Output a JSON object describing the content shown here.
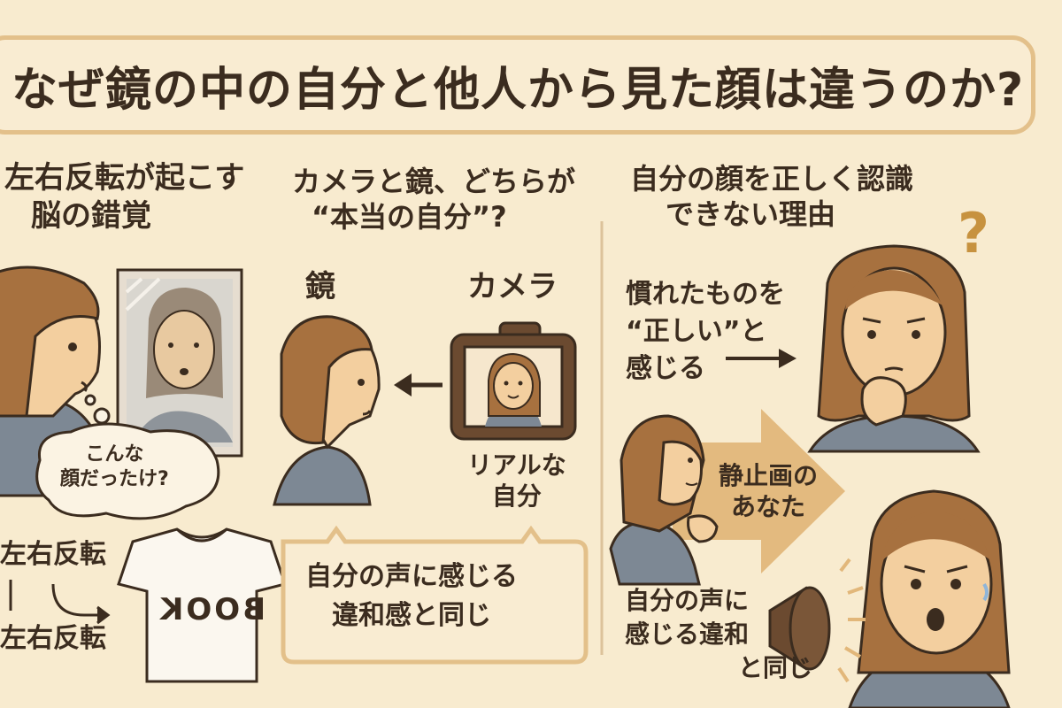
{
  "title": "なぜ鏡の中の自分と他人から見た顔は違うのか?",
  "section1": {
    "heading": [
      "左右反転が起こす",
      "脳の錯覚"
    ],
    "thought_bubble": [
      "こんな",
      "顔だったけ?"
    ],
    "flip_top": "左右反転",
    "flip_bottom": "左右反転",
    "shirt_text": "BOOK"
  },
  "section2": {
    "heading": [
      "カメラと鏡、どちらが",
      "“本当の自分”?"
    ],
    "mirror_label": "鏡",
    "camera_label": "カメラ",
    "real_self": [
      "リアルな",
      "自分"
    ],
    "voice_box": [
      "自分の声に感じる",
      "違和感と同じ"
    ]
  },
  "section3": {
    "heading": [
      "自分の顔を正しく認識",
      "できない理由"
    ],
    "question_mark": "?",
    "familiar": [
      "慣れたものを",
      "“正しい”と",
      "感じる"
    ],
    "still_image": [
      "静止画の",
      "あなた"
    ],
    "voice_note": [
      "自分の声に",
      "感じる違和",
      "と同じ"
    ]
  },
  "colors": {
    "background": "#f8ebcf",
    "banner_border": "#e3c08a",
    "hair": "#a7713f",
    "skin": "#f3cf9f",
    "shirt": "#7d8894",
    "arrow": "#e2b77a",
    "text": "#3b2c1f"
  }
}
